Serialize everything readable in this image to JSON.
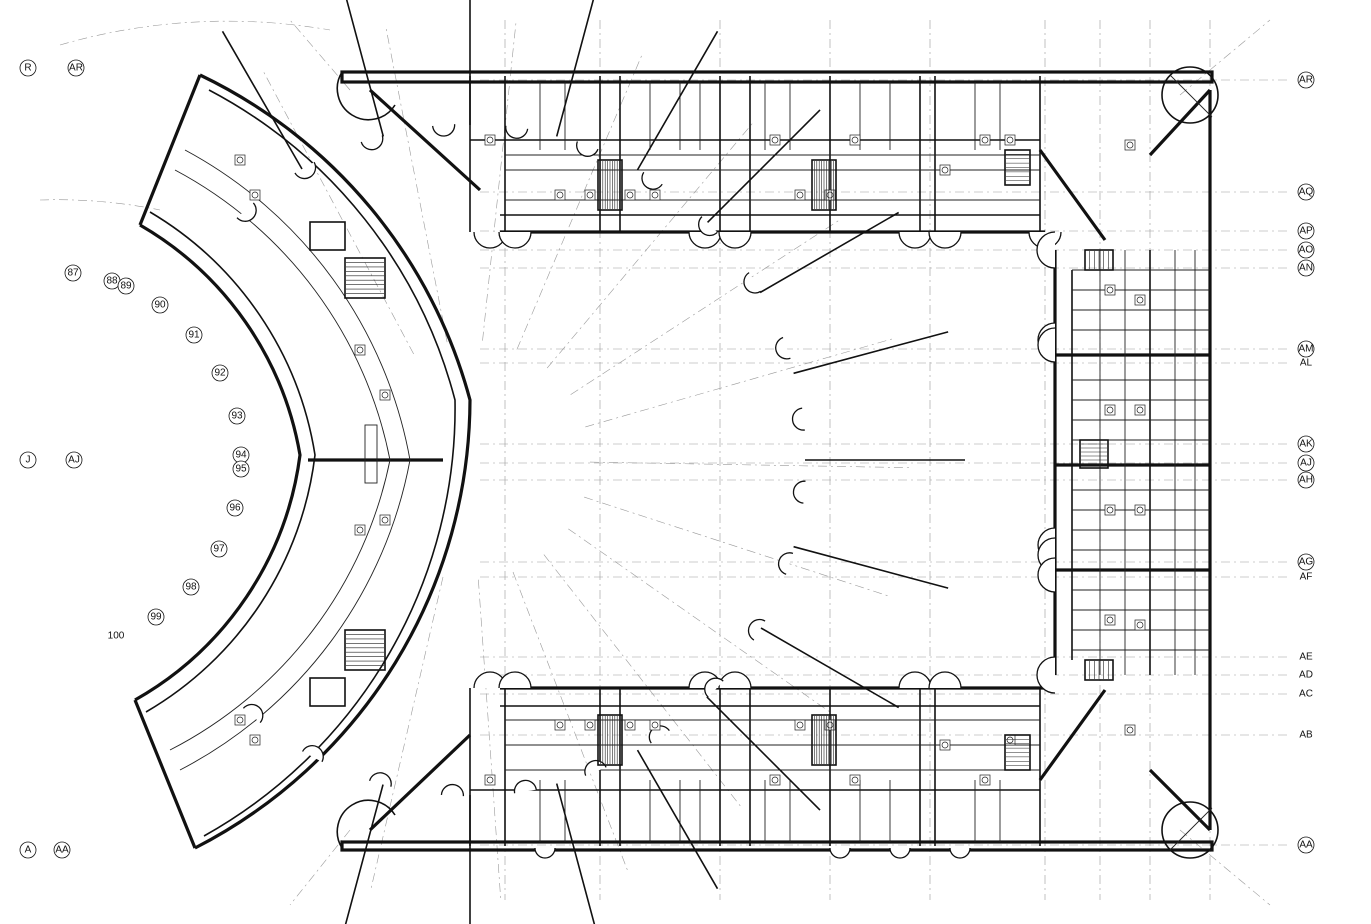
{
  "grid_labels": {
    "right": [
      "AR",
      "AQ",
      "AP",
      "AO",
      "AN",
      "AM",
      "AL",
      "AK",
      "AJ",
      "AH",
      "AG",
      "AF",
      "AE",
      "AD",
      "AC",
      "AB",
      "AA"
    ],
    "left_top": [
      "R",
      "AR"
    ],
    "left_mid": [
      "J",
      "AJ"
    ],
    "left_bottom": [
      "A",
      "AA"
    ],
    "radial": [
      "87",
      "88",
      "89",
      "90",
      "91",
      "92",
      "93",
      "94",
      "95",
      "96",
      "97",
      "98",
      "99",
      "100"
    ]
  }
}
